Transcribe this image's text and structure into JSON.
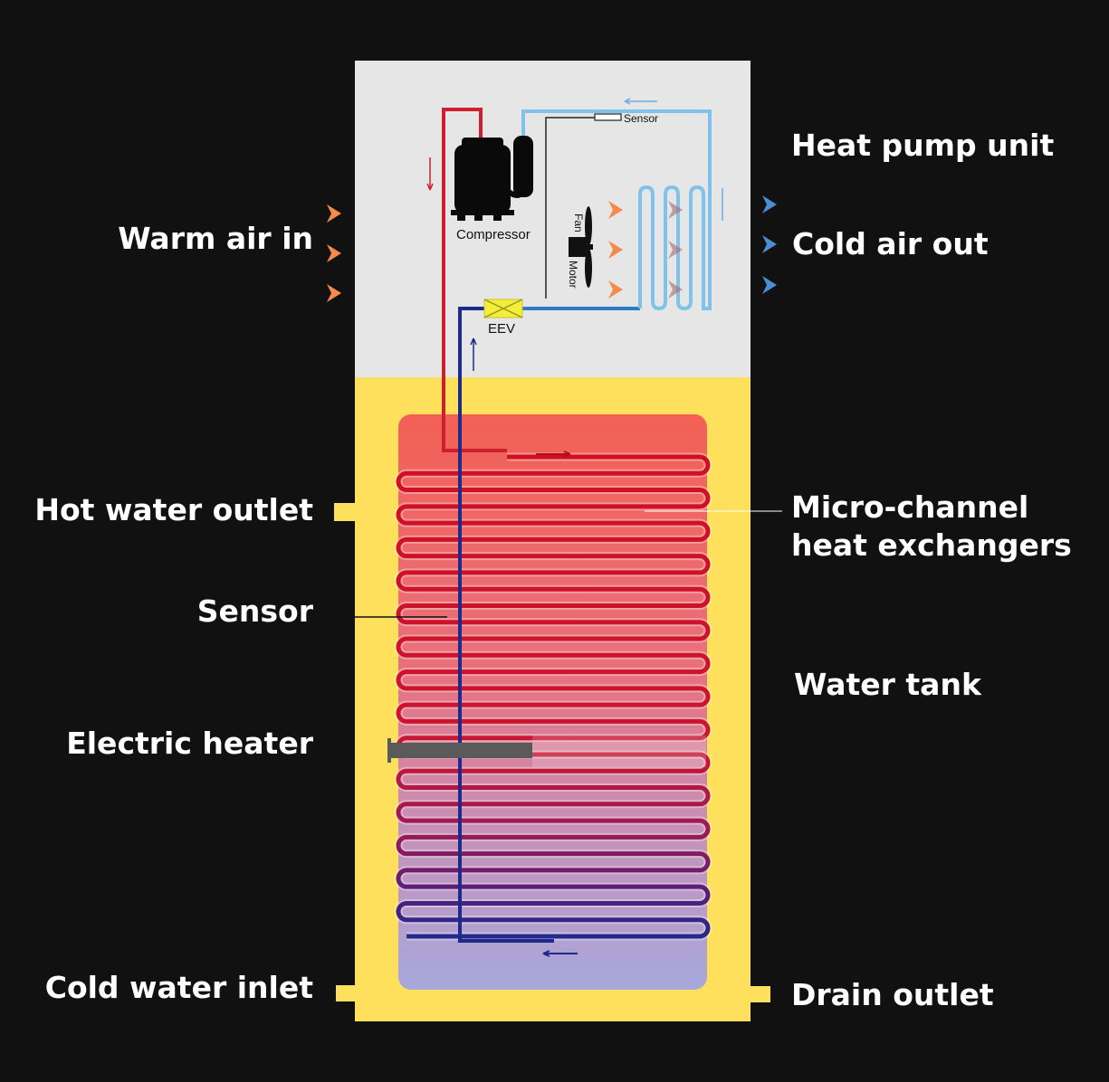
{
  "labels": {
    "heat_pump_unit": "Heat pump unit",
    "warm_air_in": "Warm air in",
    "cold_air_out": "Cold air out",
    "hot_water_outlet": "Hot water outlet",
    "micro_channel_line1": "Micro-channel",
    "micro_channel_line2": "heat exchangers",
    "sensor": "Sensor",
    "water_tank": "Water tank",
    "electric_heater": "Electric heater",
    "cold_water_inlet": "Cold water inlet",
    "drain_outlet": "Drain outlet"
  },
  "component_labels": {
    "compressor": "Compressor",
    "sensor_small": "Sensor",
    "fan": "Fan",
    "motor": "Motor",
    "eev": "EEV"
  },
  "colors": {
    "background": "#111111",
    "unit_panel": "#e6e6e6",
    "tank_shell": "#ffe05c",
    "hot_coil": "#d4112a",
    "cold_coil": "#1c2a8a",
    "refrigerant_hot": "#cc1f2f",
    "refrigerant_cold": "#7fc3ec",
    "warm_arrow": "#f58a4a",
    "cold_arrow": "#4a8fd4",
    "eev": "#f3ee3c",
    "heater": "#5a5a5a"
  }
}
